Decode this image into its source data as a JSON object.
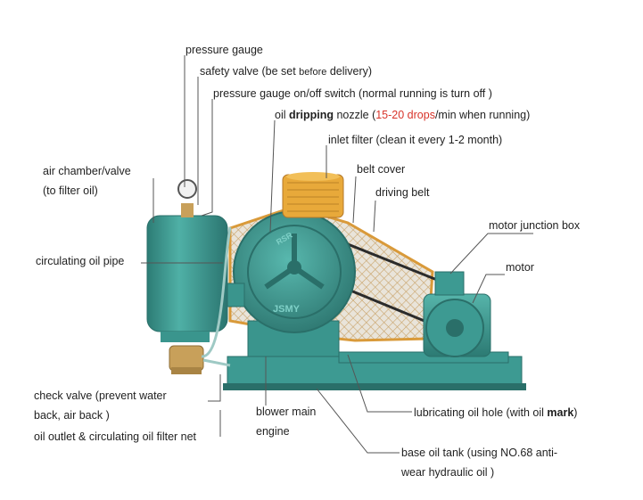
{
  "diagram": {
    "colors": {
      "machine": "#3d9a92",
      "machine_dark": "#2a6f69",
      "mesh": "#d99a3a",
      "filter": "#e8a93a",
      "brass": "#c8a05a",
      "leader": "#444444",
      "highlight": "#d8342a"
    },
    "casing_text_1": "JSMY",
    "casing_text_2": "RSR",
    "labels": {
      "pressure_gauge": "pressure gauge",
      "safety_valve": {
        "a": "safety valve (be set ",
        "b": "before",
        "c": " delivery)"
      },
      "switch": "pressure gauge on/off switch (normal running is turn off )",
      "nozzle": {
        "a": "oil ",
        "b": "dripping",
        "c": " nozzle (",
        "d": "15-20 drops",
        "e": "/min when running)"
      },
      "inlet_filter": "inlet filter (clean it every 1-2 month)",
      "belt_cover": "belt cover",
      "driving_belt": "driving belt",
      "air_chamber_1": "air chamber/valve",
      "air_chamber_2": "(to filter oil)",
      "circ_pipe": "circulating oil pipe",
      "junction_box": "motor junction box",
      "motor": "motor",
      "check_valve_1": "check valve (prevent water",
      "check_valve_2": "back, air back )",
      "oil_outlet": "oil outlet & circulating oil filter net",
      "blower_1": "blower main",
      "blower_2": "engine",
      "lub_hole": {
        "a": "lubricating oil hole (with oil ",
        "b": "mark",
        "c": ")"
      },
      "base_tank_1": "base oil tank (using NO.68 anti-",
      "base_tank_2": "wear hydraulic oil )"
    }
  }
}
